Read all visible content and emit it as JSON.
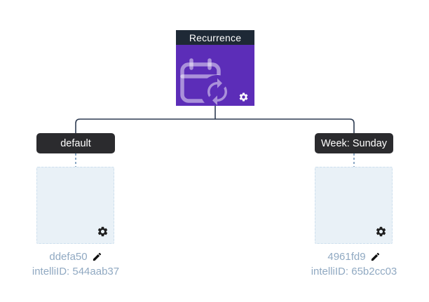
{
  "node": {
    "title": "Recurrence",
    "icon": "calendar-sync-icon",
    "settings_icon": "gear-icon"
  },
  "branches": [
    {
      "label": "default",
      "name": "ddefa50",
      "intelli_id": "intelliID: 544aab37",
      "edit_icon": "pencil-icon",
      "settings_icon": "gear-icon"
    },
    {
      "label": "Week: Sunday",
      "name": "4961fd9",
      "intelli_id": "intelliID: 65b2cc03",
      "edit_icon": "pencil-icon",
      "settings_icon": "gear-icon"
    }
  ],
  "colors": {
    "node_header": "#1e2936",
    "node_body": "#5c2db8",
    "chip_bg": "#2b2b2e",
    "leaf_fill": "#e9f1f7",
    "leaf_border": "#cddfee",
    "muted_text": "#90a9c2",
    "connector": "#2e3c52",
    "dashed_connector": "#4e7aa5"
  }
}
